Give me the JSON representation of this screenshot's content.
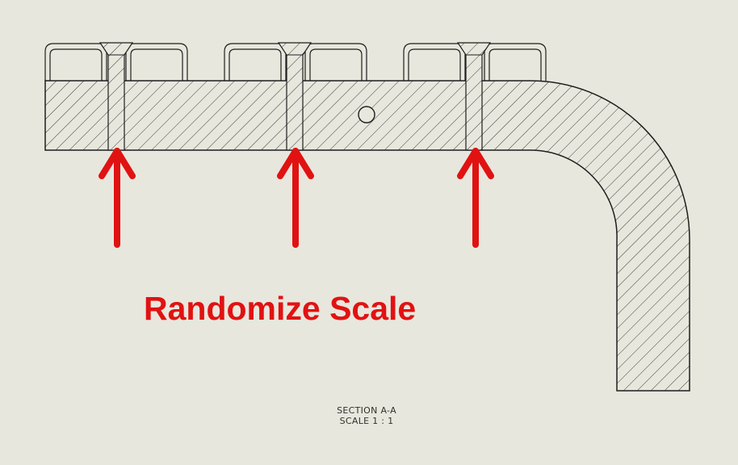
{
  "colors": {
    "background": "#e8e7dd",
    "line": "#1e1e1e",
    "hatch": "#3c3c3c",
    "annotation": "#e11212"
  },
  "callout": {
    "text": "Randomize Scale"
  },
  "view": {
    "section_label": "SECTION A-A",
    "scale_label": "SCALE 1 : 1"
  },
  "arrows": {
    "count": 3,
    "color_name": "red"
  }
}
